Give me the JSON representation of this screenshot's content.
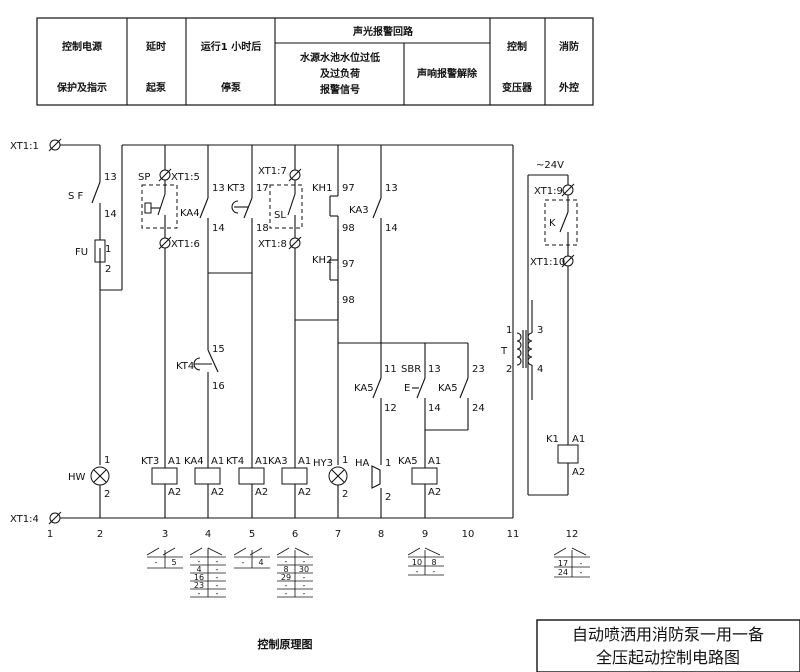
{
  "header": {
    "cells": [
      {
        "top": "控制电源",
        "bottom": "保护及指示"
      },
      {
        "top": "延时",
        "bottom": "起泵"
      },
      {
        "top": "运行1 小时后",
        "bottom": "停泵"
      },
      {
        "group": "声光报警回路",
        "sub1": [
          "水源水池水位过低",
          "及过负荷",
          "报警信号"
        ],
        "sub2": "声响报警解除"
      },
      {
        "top": "控制",
        "bottom": "变压器"
      },
      {
        "top": "消防",
        "bottom": "外控"
      }
    ]
  },
  "terminals": [
    "XT1:1",
    "XT1:4",
    "XT1:5",
    "XT1:6",
    "XT1:7",
    "XT1:8",
    "XT1:9",
    "XT1:10"
  ],
  "components": {
    "sf": "S F",
    "fu": "FU",
    "hw": "HW",
    "sp": "SP",
    "ka4": "KA4",
    "kt3": "KT3",
    "sl": "SL",
    "kh1": "KH1",
    "kh2": "KH2",
    "ka3": "KA3",
    "kt4": "KT4",
    "ka5": "KA5",
    "sbr": "SBR",
    "e": "E",
    "t": "T",
    "k": "K",
    "k1": "K1",
    "hy3": "HY3",
    "ha": "HA",
    "v24": "~24V",
    "coils": [
      "KT3",
      "KA4",
      "KT4",
      "KA3",
      "HY3",
      "HA",
      "KA5"
    ]
  },
  "pins": {
    "n13": "13",
    "n14": "14",
    "n1": "1",
    "n2": "2",
    "n15": "15",
    "n16": "16",
    "n17": "17",
    "n18": "18",
    "n97": "97",
    "n98": "98",
    "n11": "11",
    "n12": "12",
    "n23": "23",
    "n24": "24",
    "n3": "3",
    "n4": "4",
    "a1": "A1",
    "a2": "A2"
  },
  "column_numbers": [
    "1",
    "2",
    "3",
    "4",
    "5",
    "6",
    "7",
    "8",
    "9",
    "10",
    "11",
    "12"
  ],
  "contact_tables": [
    {
      "col": "3",
      "rows": [
        [
          "-",
          "5"
        ]
      ]
    },
    {
      "col": "4",
      "rows": [
        [
          "-",
          "-"
        ],
        [
          "4",
          "-"
        ],
        [
          "16",
          "-"
        ],
        [
          "23",
          "-"
        ],
        [
          "-",
          "-"
        ]
      ]
    },
    {
      "col": "5",
      "rows": [
        [
          "-",
          "4"
        ]
      ]
    },
    {
      "col": "6",
      "rows": [
        [
          "-",
          "-"
        ],
        [
          "8",
          "30"
        ],
        [
          "29",
          "-"
        ],
        [
          "-",
          "-"
        ],
        [
          "-",
          "-"
        ]
      ]
    },
    {
      "col": "9",
      "rows": [
        [
          "10",
          "8"
        ],
        [
          "-",
          "-"
        ]
      ]
    },
    {
      "col": "12",
      "rows": [
        [
          "17",
          "-"
        ],
        [
          "24",
          "-"
        ]
      ]
    }
  ],
  "caption": "控制原理图",
  "title_block": [
    "自动喷洒用消防泵一用一备",
    "全压起动控制电路图"
  ]
}
